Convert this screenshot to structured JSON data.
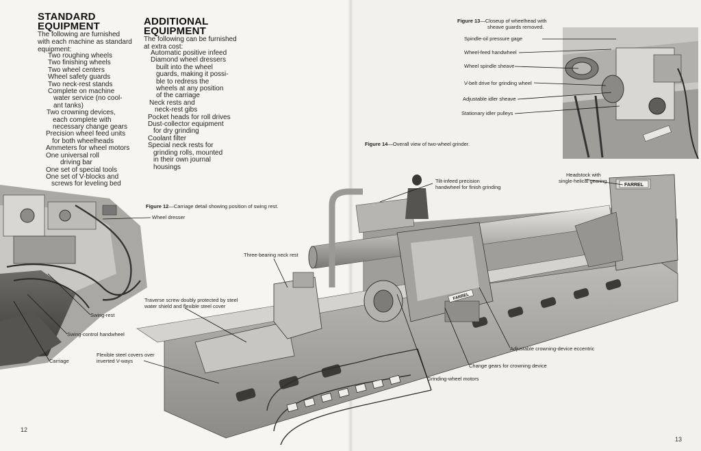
{
  "left_page": {
    "standard": {
      "heading_line1": "STANDARD",
      "heading_line2": "EQUIPMENT",
      "intro_line1": "The following are furnished",
      "intro_line2": "with each machine as standard",
      "intro_line3": "equipment:",
      "items": [
        "Two roughing wheels",
        "Two finishing wheels",
        "Two wheel centers",
        "Wheel safety guards",
        "Two neck-rest stands",
        "Complete on machine",
        "water service (no cool-",
        "ant tanks)",
        "Two crowning devices,",
        "each complete with",
        "necessary change gears",
        "Precision wheel feed units",
        "for both wheelheads",
        "Ammeters for wheel motors",
        "One universal roll",
        "driving bar",
        "One set of special tools",
        "One set of V-blocks and",
        "screws for leveling bed"
      ]
    },
    "additional": {
      "heading_line1": "ADDITIONAL",
      "heading_line2": "EQUIPMENT",
      "intro_line1": "The following can be furnished",
      "intro_line2": "at extra cost:",
      "items": [
        "Automatic positive infeed",
        "Diamond wheel dressers",
        "built into the wheel",
        "guards, making it possi-",
        "ble to redress the",
        "wheels at any position",
        "of the carriage",
        "Neck rests and",
        "neck-rest gibs",
        "Pocket heads for roll drives",
        "Dust-collector equipment",
        "for dry grinding",
        "Coolant filter",
        "Special neck rests for",
        "grinding rolls, mounted",
        "in their own journal",
        "housings"
      ]
    },
    "figure12": {
      "number": "Figure 12",
      "text": "—Carriage detail showing position of swing rest."
    },
    "labels": {
      "wheel_dresser": "Wheel dresser",
      "swing_rest": "Swing-rest",
      "swing_control": "Swing-control handwheel",
      "carriage": "Carriage",
      "flexible_line1": "Flexible steel covers over",
      "flexible_line2": "inverted V-ways",
      "traverse_line1": "Traverse screw doubly protected by steel",
      "traverse_line2": "water shield and flexible steel cover",
      "three_bearing": "Three-bearing neck rest"
    },
    "page_number": "12"
  },
  "right_page": {
    "figure13": {
      "number": "Figure 13",
      "text_line1": "—Closeup of wheelhead with",
      "text_line2": "sheave guards removed."
    },
    "figure13_labels": [
      "Spindle-oil pressure gage",
      "Wheel-feed handwheel",
      "Wheel spindle sheave",
      "V-belt drive for grinding wheel",
      "Adjustable idler sheave",
      "Stationary idler pulleys"
    ],
    "figure14": {
      "number": "Figure 14",
      "text": "—Overall view of two-wheel grinder."
    },
    "labels": {
      "tilt_line1": "Tilt-infeed precision",
      "tilt_line2": "handwheel for finish grinding",
      "headstock_line1": "Headstock with",
      "headstock_line2": "single-helical gearing",
      "adj_crowning": "Adjustable crowning-device eccentric",
      "change_gears": "Change gears for crowning device",
      "grinding_motors": "Grinding-wheel motors"
    },
    "brand_plate": "FARREL",
    "page_number": "13"
  }
}
